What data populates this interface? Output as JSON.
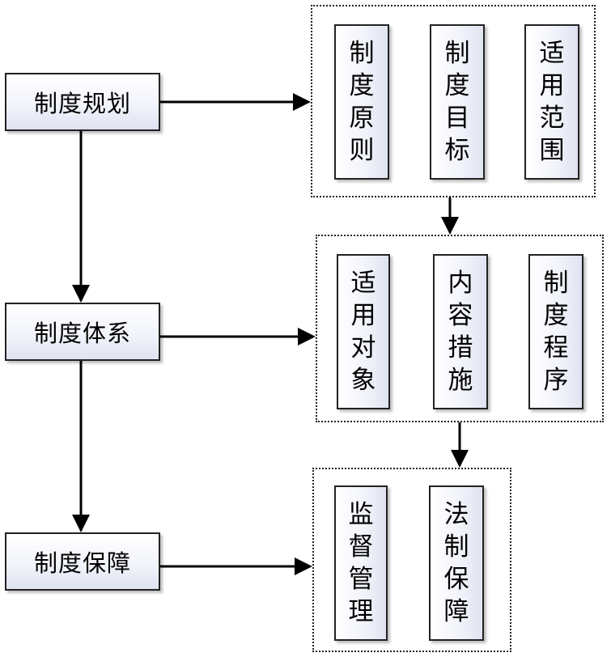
{
  "left_boxes": {
    "planning": "制度规划",
    "system": "制度体系",
    "guarantee": "制度保障"
  },
  "group_planning": {
    "items": [
      "制度原则",
      "制度目标",
      "适用范围"
    ]
  },
  "group_system": {
    "items": [
      "适用对象",
      "内容措施",
      "制度程序"
    ]
  },
  "group_guarantee": {
    "items": [
      "监督管理",
      "法制保障"
    ]
  }
}
